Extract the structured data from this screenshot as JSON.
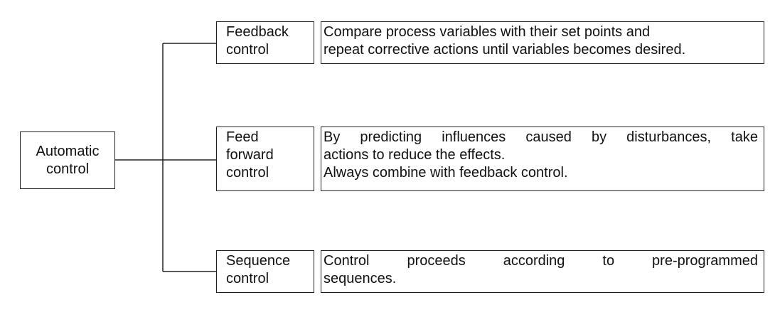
{
  "root": {
    "lines": [
      "Automatic",
      "control"
    ]
  },
  "branches": [
    {
      "label_lines": [
        "Feedback",
        "control"
      ],
      "description_lines": [
        "Compare process variables with their set points and",
        "repeat corrective actions until variables becomes desired."
      ]
    },
    {
      "label_lines": [
        "Feed",
        "forward",
        "control"
      ],
      "description_lines": [
        "By predicting influences caused by disturbances, take",
        "actions to reduce the effects.",
        "Always combine with feedback control."
      ]
    },
    {
      "label_lines": [
        "Sequence",
        "control"
      ],
      "description_lines": [
        "Control proceeds according to pre-programmed",
        "sequences."
      ]
    }
  ]
}
